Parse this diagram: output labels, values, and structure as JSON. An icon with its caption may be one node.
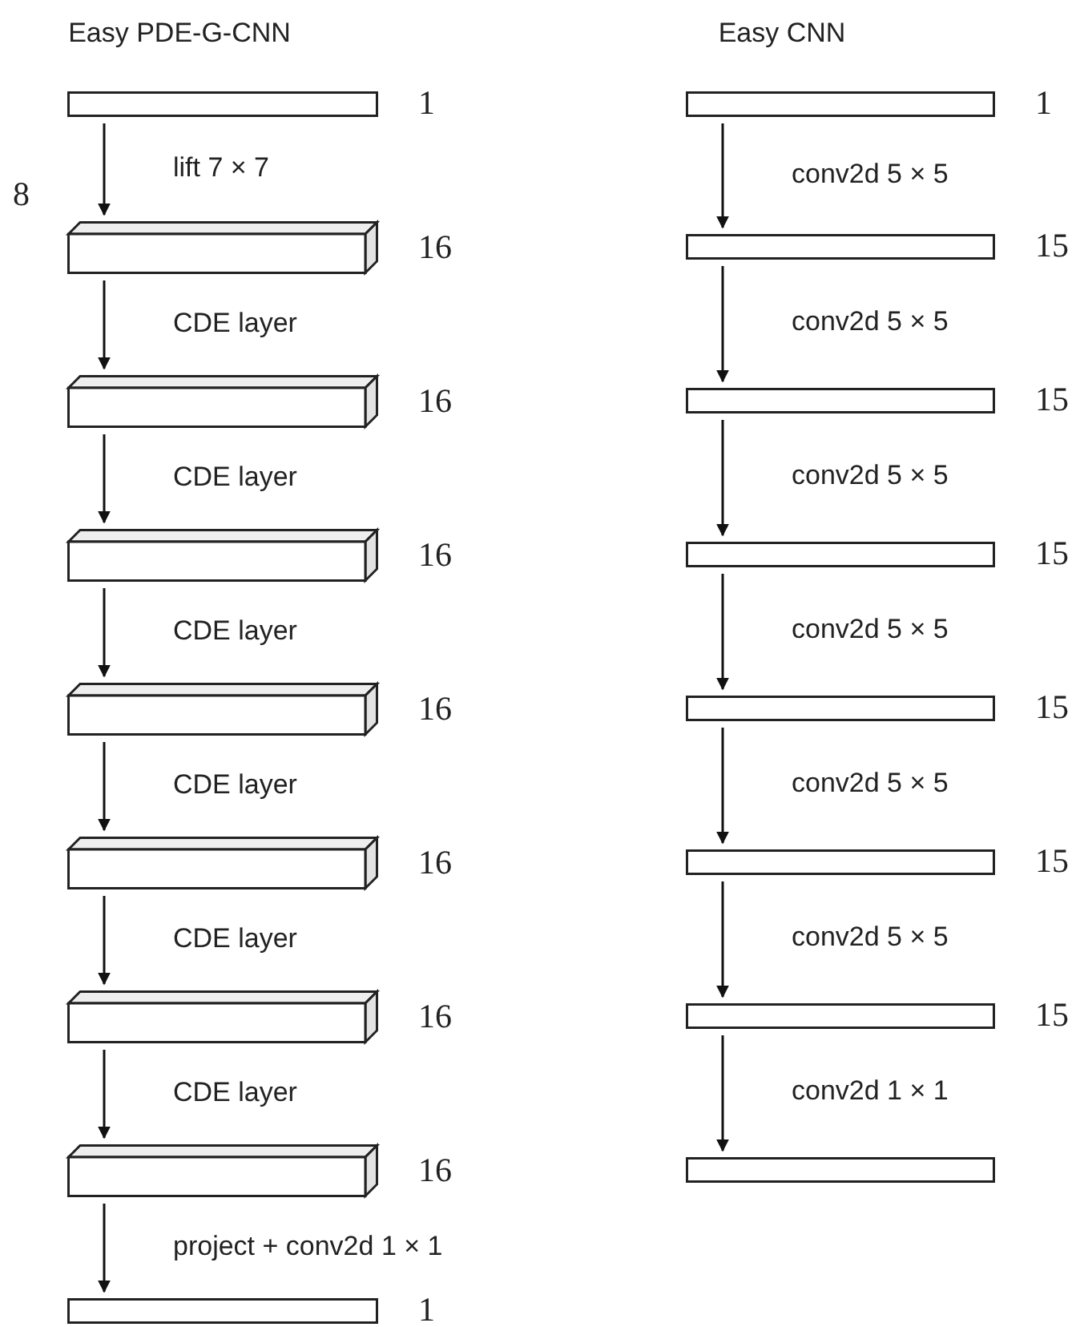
{
  "diagram": {
    "nodes": [
      {
        "text": [],
        "shape": "box",
        "beside": [
          "1"
        ]
      },
      {
        "text": [],
        "shape": "cuboid",
        "beside": [
          "16"
        ]
      },
      {
        "text": [],
        "shape": "cuboid",
        "beside": [
          "16"
        ]
      },
      {
        "text": [],
        "shape": "cuboid",
        "beside": [
          "16"
        ]
      },
      {
        "text": [],
        "shape": "cuboid",
        "beside": [
          "16"
        ]
      },
      {
        "text": [],
        "shape": "cuboid",
        "beside": [
          "16"
        ]
      },
      {
        "text": [],
        "shape": "cuboid",
        "beside": [
          "16"
        ]
      },
      {
        "text": [],
        "shape": "cuboid",
        "beside": [
          "16"
        ]
      },
      {
        "text": [],
        "shape": "box",
        "beside": [
          "1"
        ]
      },
      {
        "text": [],
        "shape": "box",
        "beside": [
          "1"
        ]
      },
      {
        "text": [],
        "shape": "box",
        "beside": [
          "15"
        ]
      },
      {
        "text": [],
        "shape": "box",
        "beside": [
          "15"
        ]
      },
      {
        "text": [],
        "shape": "box",
        "beside": [
          "15"
        ]
      },
      {
        "text": [],
        "shape": "box",
        "beside": [
          "15"
        ]
      },
      {
        "text": [],
        "shape": "box",
        "beside": [
          "15"
        ]
      },
      {
        "text": [],
        "shape": "box",
        "beside": [
          "15"
        ]
      },
      {
        "text": [],
        "shape": "box"
      }
    ],
    "edges": [
      {
        "from": 0,
        "to": 1,
        "arrow": "to",
        "label": "lift 7 × 7"
      },
      {
        "from": 1,
        "to": 2,
        "arrow": "to",
        "label": "CDE layer"
      },
      {
        "from": 2,
        "to": 3,
        "arrow": "to",
        "label": "CDE layer"
      },
      {
        "from": 3,
        "to": 4,
        "arrow": "to",
        "label": "CDE layer"
      },
      {
        "from": 4,
        "to": 5,
        "arrow": "to",
        "label": "CDE layer"
      },
      {
        "from": 5,
        "to": 6,
        "arrow": "to",
        "label": "CDE layer"
      },
      {
        "from": 6,
        "to": 7,
        "arrow": "to",
        "label": "CDE layer"
      },
      {
        "from": 7,
        "to": 8,
        "arrow": "to",
        "label": "project + conv2d 1 × 1"
      },
      {
        "from": 9,
        "to": 10,
        "arrow": "to",
        "label": "conv2d 5 × 5"
      },
      {
        "from": 10,
        "to": 11,
        "arrow": "to",
        "label": "conv2d 5 × 5"
      },
      {
        "from": 11,
        "to": 12,
        "arrow": "to",
        "label": "conv2d 5 × 5"
      },
      {
        "from": 12,
        "to": 13,
        "arrow": "to",
        "label": "conv2d 5 × 5"
      },
      {
        "from": 13,
        "to": 14,
        "arrow": "to",
        "label": "conv2d 5 × 5"
      },
      {
        "from": 14,
        "to": 15,
        "arrow": "to",
        "label": "conv2d 5 × 5"
      },
      {
        "from": 15,
        "to": 16,
        "arrow": "to",
        "label": "conv2d 1 × 1"
      }
    ],
    "labels": [
      "Easy PDE-G-CNN",
      "Easy CNN",
      "8"
    ]
  }
}
